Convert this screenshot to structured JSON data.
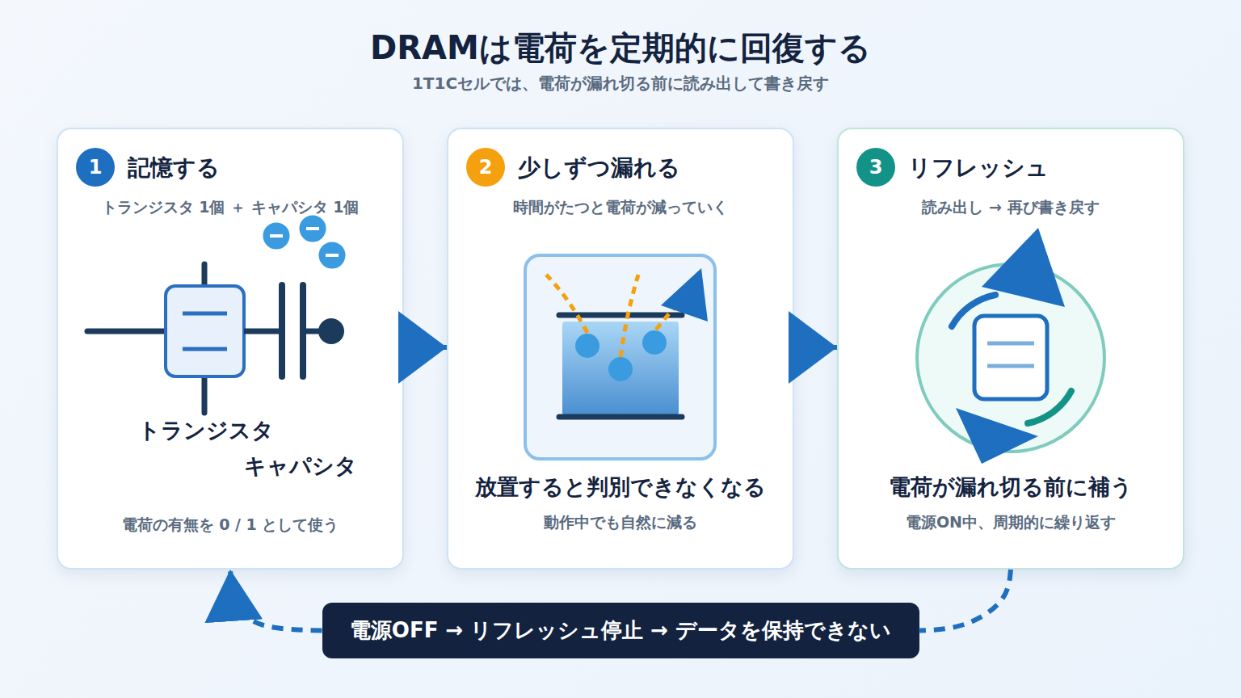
{
  "diagram": {
    "title": "DRAMは電荷を定期的に回復する",
    "nodes": [
      {
        "text": [
          "記憶する",
          "トランジスタ 1個 ＋ キャパシタ 1個",
          "電荷の有無を 0 / 1 として使う"
        ]
      },
      {
        "text": [
          "1"
        ],
        "in": 0
      },
      {
        "text": [
          "少しずつ漏れる",
          "時間がたつと電荷が減っていく",
          "放置すると判別できなくなる",
          "動作中でも自然に減る"
        ]
      },
      {
        "text": [
          "2"
        ],
        "in": 2
      },
      {
        "text": [
          "リフレッシュ",
          "読み出し → 再び書き戻す",
          "電荷が漏れ切る前に補う",
          "電源ON中、周期的に繰り返す"
        ]
      },
      {
        "text": [
          "3"
        ],
        "in": 4
      },
      {
        "text": [
          "電源OFF → リフレッシュ停止 → データを保持できない"
        ]
      }
    ],
    "edges": [
      {
        "from": 0,
        "to": 2,
        "arrow": "to"
      },
      {
        "from": 2,
        "to": 4,
        "arrow": "to"
      },
      {
        "from": 4,
        "to": 6,
        "arrow": "none"
      },
      {
        "from": 6,
        "to": 0,
        "arrow": "to"
      }
    ],
    "labels": [
      "1T1Cセルでは、電荷が漏れ切る前に読み出して書き戻す",
      "トランジスタ",
      "キャパシタ"
    ]
  }
}
